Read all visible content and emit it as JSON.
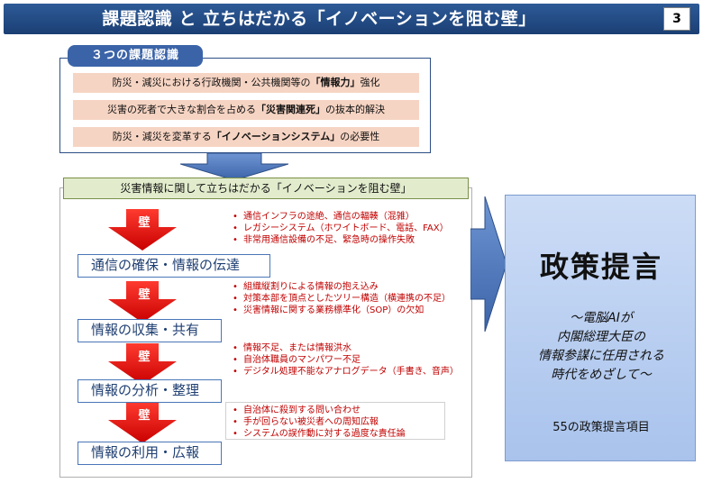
{
  "header": {
    "title": "課題認識 と 立ちはだかる「イノベーションを阻む壁」",
    "page_number": "3"
  },
  "issues": {
    "label": "３つの課題認識",
    "items": [
      {
        "pre": "防災・減災における行政機関・公共機関等の",
        "bold": "「情報力」",
        "post": "強化"
      },
      {
        "pre": "災害の死者で大きな割合を占める",
        "bold": "「災害関連死」",
        "post": "の抜本的解決"
      },
      {
        "pre": "防災・減災を変革する",
        "bold": "「イノベーションシステム」",
        "post": "の必要性"
      }
    ]
  },
  "barriers": {
    "header": "災害情報に関して立ちはだかる「イノベーションを阻む壁」",
    "wall_label": "壁",
    "steps": [
      "通信の確保・情報の伝達",
      "情報の収集・共有",
      "情報の分析・整理",
      "情報の利用・広報"
    ],
    "bullet_groups": [
      [
        "通信インフラの途絶、通信の輻輳（混雑）",
        "レガシーシステム（ホワイトボード、電話、FAX）",
        "非常用通信設備の不足、緊急時の操作失敗"
      ],
      [
        "組織縦割りによる情報の抱え込み",
        "対策本部を頂点としたツリー構造（横連携の不足）",
        "災害情報に関する業務標準化（SOP）の欠如"
      ],
      [
        "情報不足、または情報洪水",
        "自治体職員のマンパワー不足",
        "デジタル処理不能なアナログデータ（手書き、音声）"
      ],
      [
        "自治体に殺到する問い合わせ",
        "手が回らない被災者への周知広報",
        "システムの誤作動に対する過度な責任論"
      ]
    ]
  },
  "policy": {
    "title": "政策提言",
    "subtitle_lines": [
      "～電脳AIが",
      "内閣総理大臣の",
      "情報参謀に任用される",
      "時代をめざして～"
    ],
    "count": "55の政策提言項目"
  },
  "colors": {
    "title_bar": "#1f4680",
    "accent_blue": "#3b64a8",
    "issue_fill": "#f6d4c3",
    "bullet_red": "#c00000",
    "policy_fill": "#b8cff2"
  }
}
